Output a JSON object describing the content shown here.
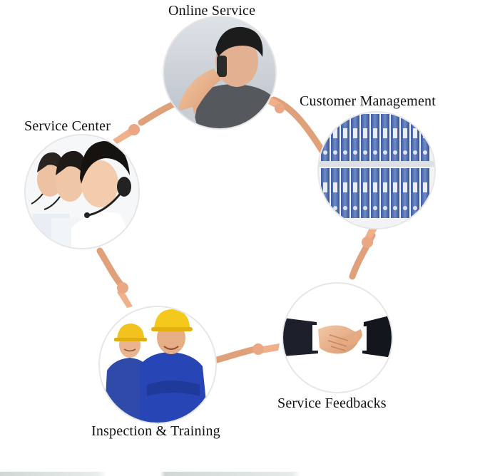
{
  "diagram": {
    "nodes": [
      {
        "id": "online",
        "label": "Online Service",
        "icon": "phone-call-icon"
      },
      {
        "id": "customer",
        "label": "Customer Management",
        "icon": "binder-shelf-icon"
      },
      {
        "id": "feedback",
        "label": "Service Feedbacks",
        "icon": "handshake-icon"
      },
      {
        "id": "inspection",
        "label": "Inspection & Training",
        "icon": "hard-hat-workers-icon"
      },
      {
        "id": "center",
        "label": "Service Center",
        "icon": "headset-operators-icon"
      }
    ],
    "flow": [
      "online",
      "customer",
      "feedback",
      "inspection",
      "center",
      "online"
    ],
    "connector_icon": "pointing-hand-icon"
  }
}
